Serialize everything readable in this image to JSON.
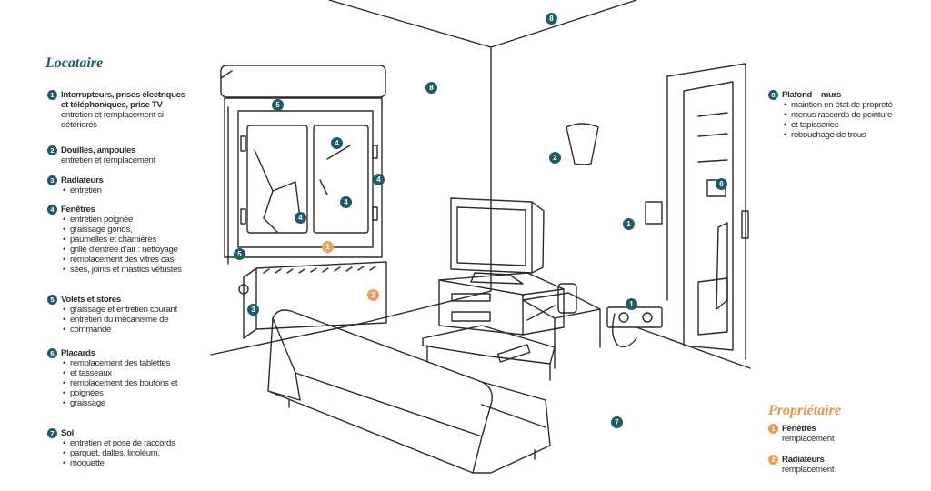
{
  "locataire": {
    "heading": "Locataire",
    "items": [
      {
        "num": "1",
        "title": "Interrupteurs, prises électriques",
        "title2": "et téléphoniques, prise TV",
        "desc": [
          "entretien et remplacement si",
          "détériorés"
        ]
      },
      {
        "num": "2",
        "title": "Douilles, ampoules",
        "desc": [
          "entretien et remplacement"
        ]
      },
      {
        "num": "3",
        "title": "Radiateurs",
        "bullets": [
          "entretien"
        ]
      },
      {
        "num": "4",
        "title": "Fenêtres",
        "bullets": [
          "entretien poignée",
          "graissage gonds,",
          "paumelles et charnières",
          "grille d’entrée d’air : nettoyage",
          "remplacement des vitres cas-",
          "sées, joints et mastics vétustes"
        ]
      },
      {
        "num": "5",
        "title": "Volets et stores",
        "bullets": [
          "graissage et entretien courant",
          "entretien du mécanisme de",
          "commande"
        ]
      },
      {
        "num": "6",
        "title": "Placards",
        "bullets": [
          "remplacement des tablettes",
          "et tasseaux",
          "remplacement des boutons et",
          "poignées",
          "graissage"
        ]
      },
      {
        "num": "7",
        "title": "Sol",
        "bullets": [
          "entretien et pose de raccords",
          "parquet, dalles, linoléum,",
          "moquette"
        ]
      }
    ]
  },
  "plafond": {
    "num": "8",
    "title": "Plafond – murs",
    "bullets": [
      "maintien en état de propreté",
      "menus raccords de peinture",
      "et tapisseries",
      "rebouchage de trous"
    ]
  },
  "proprietaire": {
    "heading": "Propriétaire",
    "items": [
      {
        "num": "1",
        "title": "Fenêtres",
        "desc": "remplacement"
      },
      {
        "num": "2",
        "title": "Radiateurs",
        "desc": "remplacement"
      }
    ]
  },
  "figure_markers": [
    {
      "num": "8",
      "color": "teal"
    },
    {
      "num": "8",
      "color": "teal"
    },
    {
      "num": "5",
      "color": "teal"
    },
    {
      "num": "4",
      "color": "teal"
    },
    {
      "num": "4",
      "color": "teal"
    },
    {
      "num": "4",
      "color": "teal"
    },
    {
      "num": "4",
      "color": "teal"
    },
    {
      "num": "5",
      "color": "teal"
    },
    {
      "num": "1",
      "color": "orange"
    },
    {
      "num": "3",
      "color": "teal"
    },
    {
      "num": "2",
      "color": "orange"
    },
    {
      "num": "2",
      "color": "teal"
    },
    {
      "num": "1",
      "color": "teal"
    },
    {
      "num": "6",
      "color": "teal"
    },
    {
      "num": "1",
      "color": "teal"
    },
    {
      "num": "7",
      "color": "teal"
    }
  ],
  "colors": {
    "teal": "#1d5b67",
    "orange": "#ec9a52",
    "line": "#2b2b2b"
  }
}
